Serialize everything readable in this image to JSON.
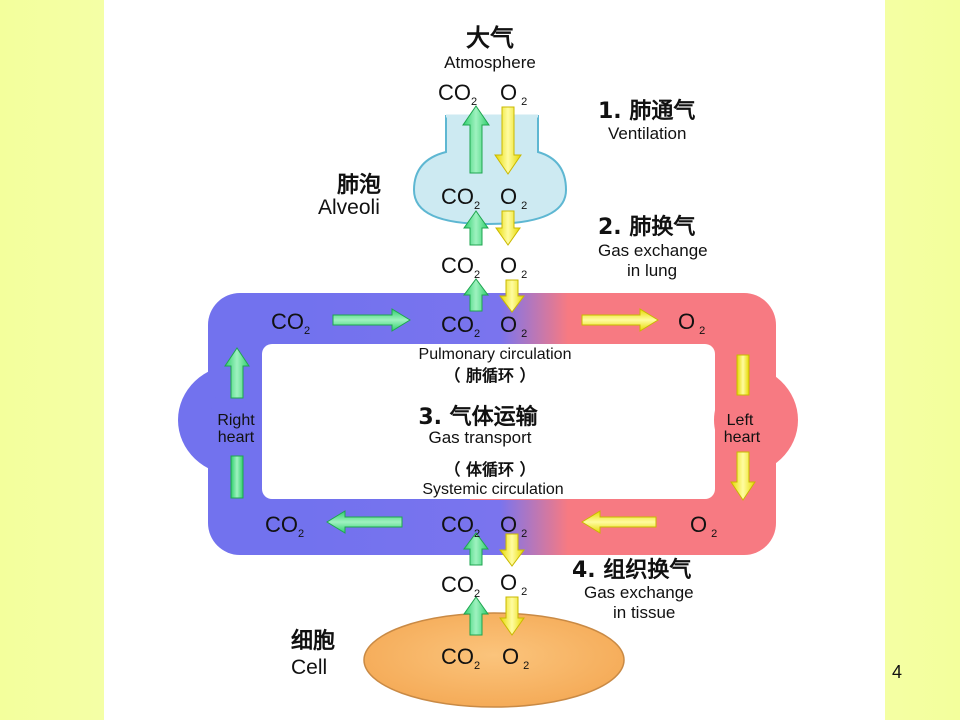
{
  "labels": {
    "atmosphere_cn": "大气",
    "atmosphere_en": "Atmosphere",
    "alveoli_cn": "肺泡",
    "alveoli_en": "Alveoli",
    "cell_cn": "细胞",
    "cell_en": "Cell",
    "right_heart_1": "Right",
    "right_heart_2": "heart",
    "left_heart_1": "Left",
    "left_heart_2": "heart",
    "pulmonary_en": "Pulmonary circulation",
    "pulmonary_cn": "（ 肺循环 ）",
    "systemic_cn": "（ 体循环 ）",
    "systemic_en": "Systemic circulation"
  },
  "steps": [
    {
      "cn": "1. 肺通气",
      "en": "Ventilation"
    },
    {
      "cn": "2. 肺换气",
      "en1": "Gas exchange",
      "en2": "in lung"
    },
    {
      "cn": "3. 气体运输",
      "en": "Gas transport"
    },
    {
      "cn": "4. 组织换气",
      "en1": "Gas exchange",
      "en2": "in tissue"
    }
  ],
  "chem": {
    "co": "CO",
    "o": "O",
    "sub": "2"
  },
  "colors": {
    "venous_blue": "#7272ee",
    "arterial_red": "#f77a82",
    "arrow_green": "#4fdc8e",
    "arrow_yellow": "#f2ee22",
    "alveoli": "#cdeaf2",
    "cell": "#f8b666",
    "background": "#f6ffb0"
  },
  "page_number": "4"
}
